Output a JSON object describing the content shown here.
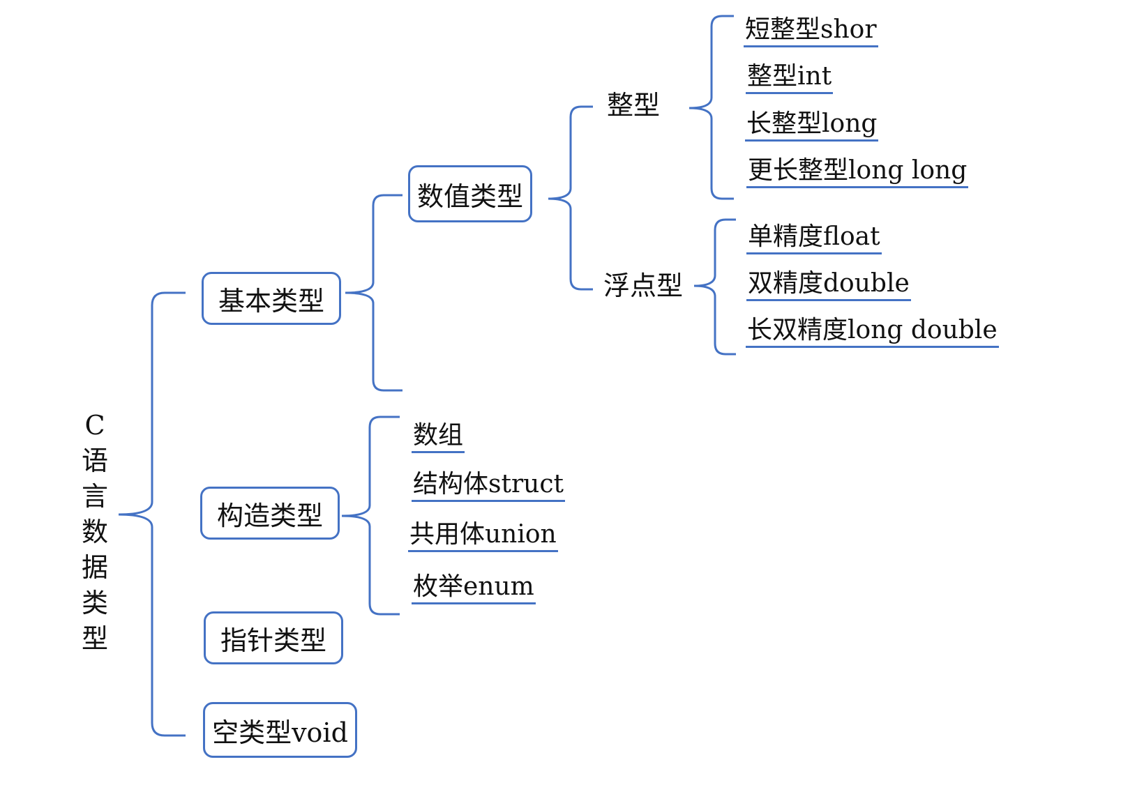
{
  "root": "C语言数据类型",
  "categories": {
    "basic": "基本类型",
    "constructed": "构造类型",
    "pointer": "指针类型",
    "void": "空类型void"
  },
  "numeric": "数值类型",
  "integer_group": "整型",
  "float_group": "浮点型",
  "integer_types": [
    "短整型shor",
    "整型int",
    "长整型long",
    "更长整型long long"
  ],
  "float_types": [
    "单精度float",
    "双精度double",
    "长双精度long double"
  ],
  "constructed_types": [
    "数组",
    "结构体struct",
    "共用体union",
    "枚举enum"
  ],
  "colors": {
    "line": "#4472C4",
    "text": "#111111",
    "background": "#ffffff"
  }
}
